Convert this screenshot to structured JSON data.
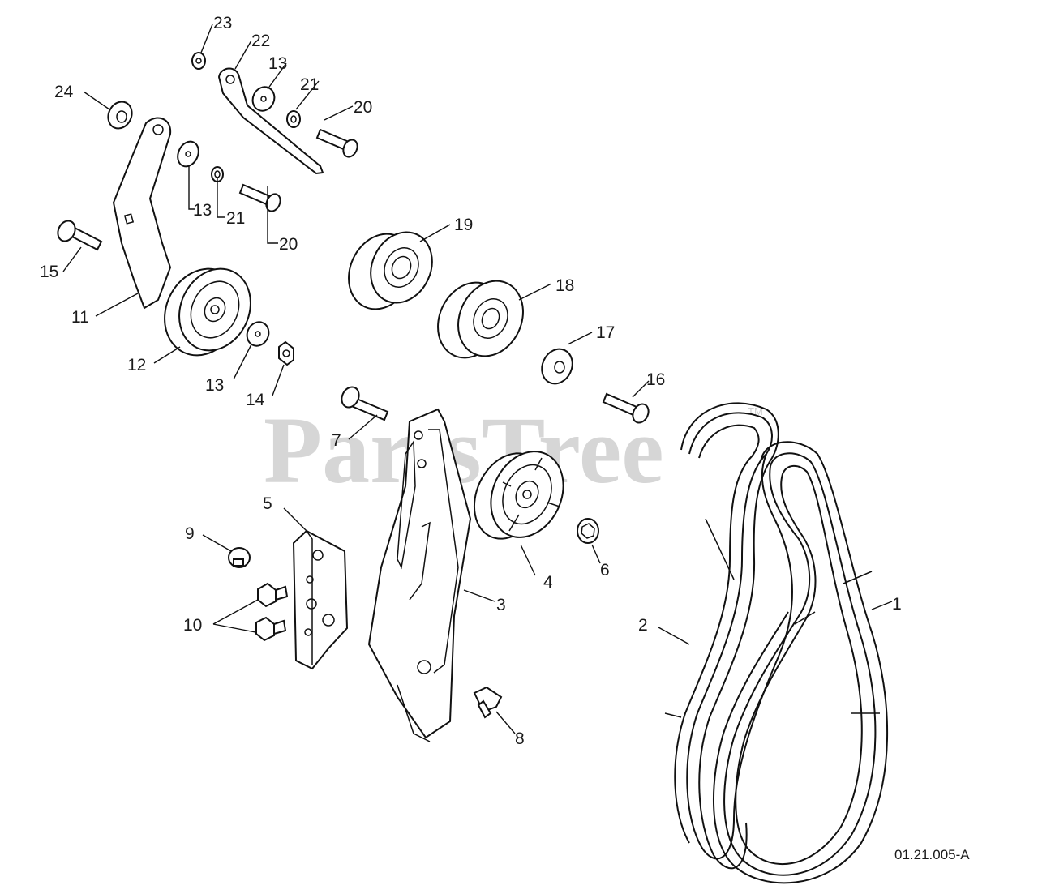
{
  "watermark": "PartsTree",
  "trademark": "TM",
  "drawing_code": "01.21.005-A",
  "callouts": [
    {
      "id": "c1",
      "text": "1"
    },
    {
      "id": "c2",
      "text": "2"
    },
    {
      "id": "c3",
      "text": "3"
    },
    {
      "id": "c4",
      "text": "4"
    },
    {
      "id": "c5",
      "text": "5"
    },
    {
      "id": "c6",
      "text": "6"
    },
    {
      "id": "c7",
      "text": "7"
    },
    {
      "id": "c8",
      "text": "8"
    },
    {
      "id": "c9",
      "text": "9"
    },
    {
      "id": "c10",
      "text": "10"
    },
    {
      "id": "c11",
      "text": "11"
    },
    {
      "id": "c12",
      "text": "12"
    },
    {
      "id": "c13a",
      "text": "13"
    },
    {
      "id": "c13b",
      "text": "13"
    },
    {
      "id": "c13c",
      "text": "13"
    },
    {
      "id": "c14",
      "text": "14"
    },
    {
      "id": "c15",
      "text": "15"
    },
    {
      "id": "c16",
      "text": "16"
    },
    {
      "id": "c17",
      "text": "17"
    },
    {
      "id": "c18",
      "text": "18"
    },
    {
      "id": "c19",
      "text": "19"
    },
    {
      "id": "c20a",
      "text": "20"
    },
    {
      "id": "c20b",
      "text": "20"
    },
    {
      "id": "c21a",
      "text": "21"
    },
    {
      "id": "c21b",
      "text": "21"
    },
    {
      "id": "c22",
      "text": "22"
    },
    {
      "id": "c23",
      "text": "23"
    },
    {
      "id": "c24",
      "text": "24"
    }
  ]
}
